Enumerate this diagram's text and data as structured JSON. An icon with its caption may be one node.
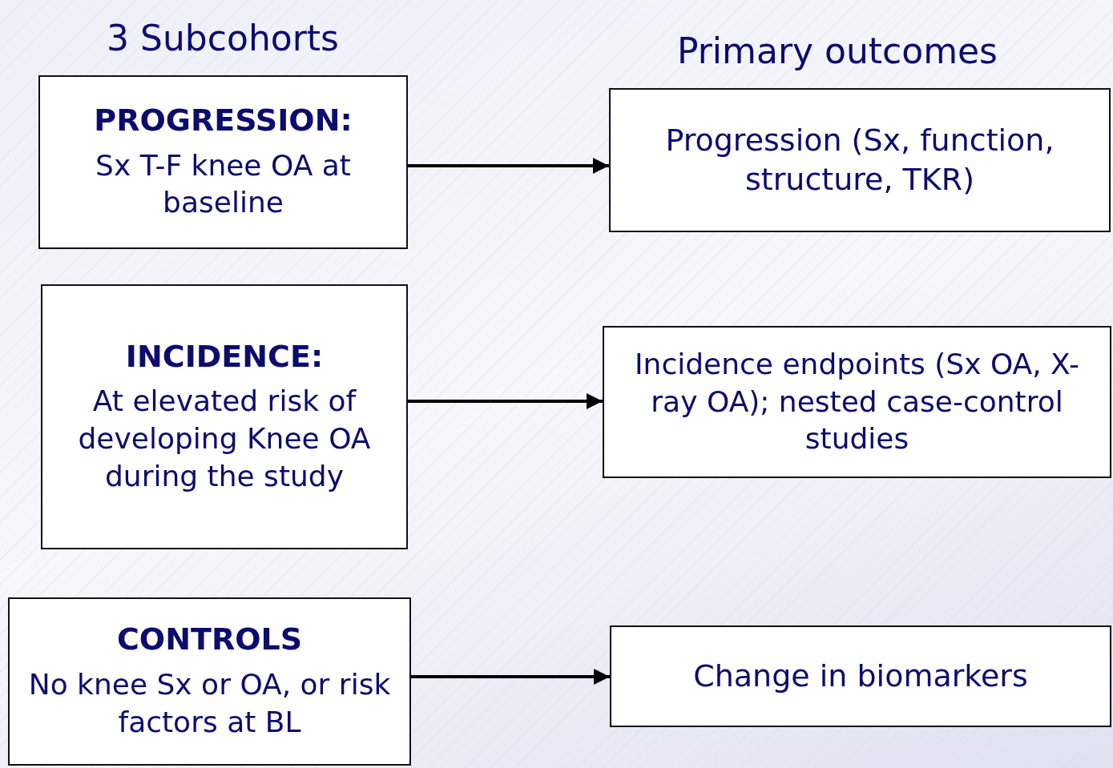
{
  "diagram": {
    "nodes": [
      {
        "text": [
          "PROGRESSION:",
          "Sx T-F knee OA at baseline"
        ]
      },
      {
        "text": [
          "Progression (Sx, function, structure, TKR)"
        ]
      },
      {
        "text": [
          "INCIDENCE:",
          "At elevated risk of developing Knee OA during the study"
        ]
      },
      {
        "text": [
          "Incidence endpoints (Sx OA, X-ray OA); nested case-control studies"
        ]
      },
      {
        "text": [
          "CONTROLS",
          "No knee Sx or OA, or risk factors at BL"
        ]
      },
      {
        "text": [
          "Change in biomarkers"
        ]
      }
    ],
    "edges": [
      {
        "from": 0,
        "to": 1,
        "arrow": "to"
      },
      {
        "from": 2,
        "to": 3,
        "arrow": "to"
      },
      {
        "from": 4,
        "to": 5,
        "arrow": "to"
      }
    ],
    "labels": [
      "3 Subcohorts",
      "Primary outcomes"
    ]
  }
}
